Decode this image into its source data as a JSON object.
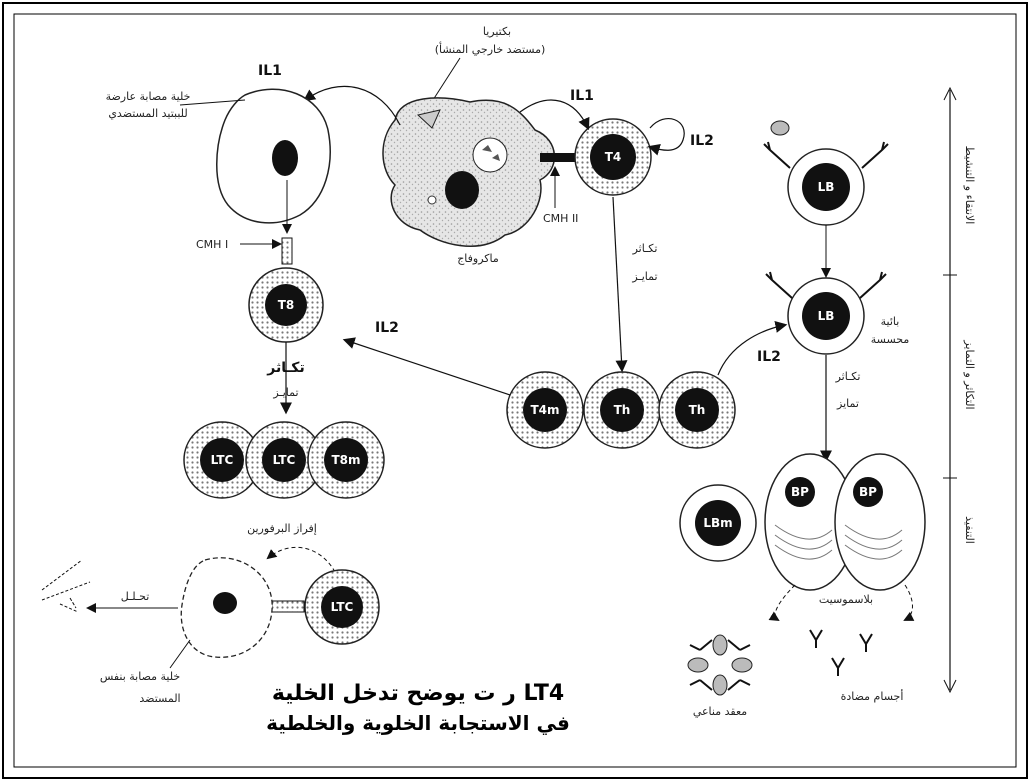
{
  "labels": {
    "bacteria_title": "بكتيريا",
    "bacteria_sub": "(مستضد خارجي المنشأ)",
    "il1_left": "IL1",
    "il1_right": "IL1",
    "il2_t4": "IL2",
    "il2_mid": "IL2",
    "il2_right": "IL2",
    "infected_cell_1": "خلية مصابة عارضة",
    "infected_cell_2": "للببتيد المستضدي",
    "cmh1": "CMH I",
    "cmh2": "CMH II",
    "macrophage": "ماكروفاج",
    "t4_prolif_1": "تكـاثر",
    "t4_prolif_2": "تمايـز",
    "t8_prolif_1": "تكـاثر",
    "t8_prolif_2": "تمايـز",
    "lb_prolif_1": "تكـاثر",
    "lb_prolif_2": "تمايز",
    "sensitized_1": "بائية",
    "sensitized_2": "محسسة",
    "perforin": "إفراز البرفورين",
    "lysis": "تحـلـل",
    "infected_same_1": "خلية مصابة بنفس",
    "infected_same_2": "المستضد",
    "plasmocyte": "بلاسموسيت",
    "antibodies": "أجسام مضادة",
    "immune_complex": "معقد مناعي",
    "phase1": "الانتقاء و التنشيط",
    "phase2": "التكاثر و التمايز",
    "phase3": "التنفيذ",
    "caption_1": "ر ت يوضح تدخل الخلية LT4",
    "caption_2": "في الاستجابة الخلوية والخلطية"
  },
  "cells": {
    "t4": "T4",
    "t8": "T8",
    "ltc1": "LTC",
    "ltc2": "LTC",
    "t8m": "T8m",
    "t4m": "T4m",
    "th1": "Th",
    "th2": "Th",
    "lb1": "LB",
    "lb2": "LB",
    "lbm": "LBm",
    "bp1": "BP",
    "bp2": "BP",
    "ltc3": "LTC"
  },
  "colors": {
    "ink": "#111111",
    "dots": "#9a9a9a",
    "frame": "#000000"
  }
}
